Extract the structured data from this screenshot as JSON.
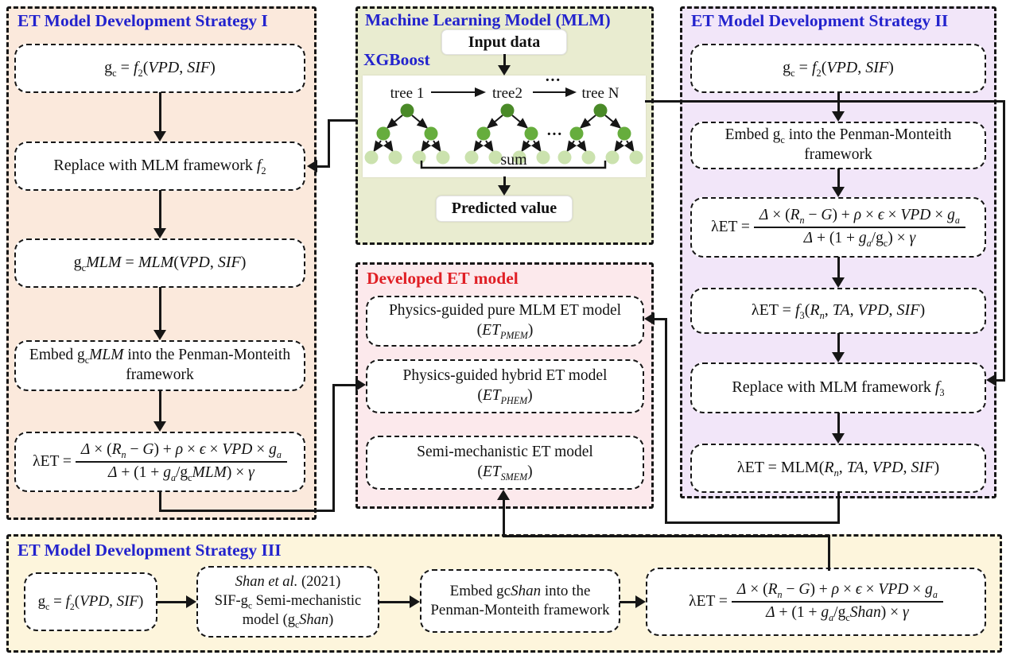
{
  "colors": {
    "strategy1_bg": "#fbe9dc",
    "mlm_bg": "#e9ecd0",
    "developed_bg": "#fce9ec",
    "strategy2_bg": "#f2e6f9",
    "strategy3_bg": "#fdf5dc",
    "title_blue": "#2323cd",
    "title_red": "#e01f25",
    "line_black": "#161616",
    "tree_root_green": "#4a8a28",
    "tree_mid_green": "#66ad3d",
    "tree_leaf_green": "#cbe2ae"
  },
  "strategy1": {
    "title": "ET Model Development Strategy I",
    "box1": [
      {
        "t": "g",
        "s": "n"
      },
      {
        "t": "c",
        "s": "s"
      },
      {
        "t": " = ",
        "s": "n"
      },
      {
        "t": "f",
        "s": "i"
      },
      {
        "t": "2",
        "s": "s"
      },
      {
        "t": "(",
        "s": "n"
      },
      {
        "t": "VPD",
        "s": "i"
      },
      {
        "t": ", ",
        "s": "n"
      },
      {
        "t": "SIF",
        "s": "i"
      },
      {
        "t": ")",
        "s": "n"
      }
    ],
    "box2": [
      {
        "t": "Replace with MLM framework ",
        "s": "n"
      },
      {
        "t": "f",
        "s": "i"
      },
      {
        "t": "2",
        "s": "s"
      }
    ],
    "box3": [
      {
        "t": "g",
        "s": "n"
      },
      {
        "t": "c",
        "s": "s"
      },
      {
        "t": "MLM",
        "s": "i"
      },
      {
        "t": " = ",
        "s": "n"
      },
      {
        "t": "MLM",
        "s": "i"
      },
      {
        "t": "(",
        "s": "n"
      },
      {
        "t": "VPD",
        "s": "i"
      },
      {
        "t": ", ",
        "s": "n"
      },
      {
        "t": "SIF",
        "s": "i"
      },
      {
        "t": ")",
        "s": "n"
      }
    ],
    "box4": [
      {
        "t": "Embed g",
        "s": "n"
      },
      {
        "t": "c",
        "s": "s"
      },
      {
        "t": "MLM",
        "s": "i"
      },
      {
        "t": " into the Penman-Monteith framework",
        "s": "n"
      }
    ],
    "box5": {
      "pre": [
        {
          "t": "λET = ",
          "s": "n"
        }
      ],
      "num": [
        {
          "t": "Δ",
          "s": "i"
        },
        {
          "t": " × (",
          "s": "n"
        },
        {
          "t": "R",
          "s": "i"
        },
        {
          "t": "n",
          "s": "si"
        },
        {
          "t": " − ",
          "s": "n"
        },
        {
          "t": "G",
          "s": "i"
        },
        {
          "t": ") + ",
          "s": "n"
        },
        {
          "t": "ρ",
          "s": "i"
        },
        {
          "t": " × ",
          "s": "n"
        },
        {
          "t": "ϵ",
          "s": "i"
        },
        {
          "t": " × ",
          "s": "n"
        },
        {
          "t": "VPD",
          "s": "i"
        },
        {
          "t": " × ",
          "s": "n"
        },
        {
          "t": "g",
          "s": "i"
        },
        {
          "t": "a",
          "s": "si"
        }
      ],
      "den": [
        {
          "t": "Δ",
          "s": "i"
        },
        {
          "t": " + (1 + ",
          "s": "n"
        },
        {
          "t": "g",
          "s": "i"
        },
        {
          "t": "a",
          "s": "si"
        },
        {
          "t": "/g",
          "s": "n"
        },
        {
          "t": "c",
          "s": "s"
        },
        {
          "t": "MLM",
          "s": "i"
        },
        {
          "t": ") × ",
          "s": "n"
        },
        {
          "t": "γ",
          "s": "i"
        }
      ]
    }
  },
  "mlm": {
    "title": "Machine Learning Model (MLM)",
    "input_label": "Input data",
    "engine_label": "XGBoost",
    "tree_labels": [
      "tree 1",
      "tree2",
      "tree N"
    ],
    "dots": "···",
    "sum_label": "sum",
    "predicted_label": "Predicted value"
  },
  "developed": {
    "title": "Developed ET model",
    "box1": {
      "line1": [
        {
          "t": "Physics-guided pure MLM ET model",
          "s": "n"
        }
      ],
      "line2": [
        {
          "t": "(",
          "s": "n"
        },
        {
          "t": "ET",
          "s": "i"
        },
        {
          "t": "PMEM",
          "s": "si"
        },
        {
          "t": ")",
          "s": "n"
        }
      ]
    },
    "box2": {
      "line1": [
        {
          "t": "Physics-guided hybrid ET model",
          "s": "n"
        }
      ],
      "line2": [
        {
          "t": "(",
          "s": "n"
        },
        {
          "t": "ET",
          "s": "i"
        },
        {
          "t": "PHEM",
          "s": "si"
        },
        {
          "t": ")",
          "s": "n"
        }
      ]
    },
    "box3": {
      "line1": [
        {
          "t": "Semi-mechanistic ET model",
          "s": "n"
        }
      ],
      "line2": [
        {
          "t": "(",
          "s": "n"
        },
        {
          "t": "ET",
          "s": "i"
        },
        {
          "t": "SMEM",
          "s": "si"
        },
        {
          "t": ")",
          "s": "n"
        }
      ]
    }
  },
  "strategy2": {
    "title": "ET Model Development Strategy II",
    "box1": [
      {
        "t": "g",
        "s": "n"
      },
      {
        "t": "c",
        "s": "s"
      },
      {
        "t": " = ",
        "s": "n"
      },
      {
        "t": "f",
        "s": "i"
      },
      {
        "t": "2",
        "s": "s"
      },
      {
        "t": "(",
        "s": "n"
      },
      {
        "t": "VPD",
        "s": "i"
      },
      {
        "t": ", ",
        "s": "n"
      },
      {
        "t": "SIF",
        "s": "i"
      },
      {
        "t": ")",
        "s": "n"
      }
    ],
    "box2": [
      {
        "t": "Embed g",
        "s": "n"
      },
      {
        "t": "c",
        "s": "s"
      },
      {
        "t": " into the Penman-Monteith framework",
        "s": "n"
      }
    ],
    "box3": {
      "pre": [
        {
          "t": "λET = ",
          "s": "n"
        }
      ],
      "num": [
        {
          "t": "Δ",
          "s": "i"
        },
        {
          "t": " × (",
          "s": "n"
        },
        {
          "t": "R",
          "s": "i"
        },
        {
          "t": "n",
          "s": "si"
        },
        {
          "t": " − ",
          "s": "n"
        },
        {
          "t": "G",
          "s": "i"
        },
        {
          "t": ") + ",
          "s": "n"
        },
        {
          "t": "ρ",
          "s": "i"
        },
        {
          "t": " × ",
          "s": "n"
        },
        {
          "t": "ϵ",
          "s": "i"
        },
        {
          "t": " × ",
          "s": "n"
        },
        {
          "t": "VPD",
          "s": "i"
        },
        {
          "t": " × ",
          "s": "n"
        },
        {
          "t": "g",
          "s": "i"
        },
        {
          "t": "a",
          "s": "si"
        }
      ],
      "den": [
        {
          "t": "Δ",
          "s": "i"
        },
        {
          "t": " + (1 + ",
          "s": "n"
        },
        {
          "t": "g",
          "s": "i"
        },
        {
          "t": "a",
          "s": "si"
        },
        {
          "t": "/g",
          "s": "n"
        },
        {
          "t": "c",
          "s": "s"
        },
        {
          "t": ") × ",
          "s": "n"
        },
        {
          "t": "γ",
          "s": "i"
        }
      ]
    },
    "box4": [
      {
        "t": "λET = ",
        "s": "n"
      },
      {
        "t": "f",
        "s": "i"
      },
      {
        "t": "3",
        "s": "s"
      },
      {
        "t": "(",
        "s": "n"
      },
      {
        "t": "R",
        "s": "i"
      },
      {
        "t": "n",
        "s": "si"
      },
      {
        "t": ", ",
        "s": "n"
      },
      {
        "t": "TA",
        "s": "i"
      },
      {
        "t": ", ",
        "s": "n"
      },
      {
        "t": "VPD",
        "s": "i"
      },
      {
        "t": ", ",
        "s": "n"
      },
      {
        "t": "SIF",
        "s": "i"
      },
      {
        "t": ")",
        "s": "n"
      }
    ],
    "box5": [
      {
        "t": "Replace with MLM framework ",
        "s": "n"
      },
      {
        "t": "f",
        "s": "i"
      },
      {
        "t": "3",
        "s": "s"
      }
    ],
    "box6": [
      {
        "t": "λET = MLM(",
        "s": "n"
      },
      {
        "t": "R",
        "s": "i"
      },
      {
        "t": "n",
        "s": "si"
      },
      {
        "t": ", ",
        "s": "n"
      },
      {
        "t": "TA",
        "s": "i"
      },
      {
        "t": ", ",
        "s": "n"
      },
      {
        "t": "VPD",
        "s": "i"
      },
      {
        "t": ", ",
        "s": "n"
      },
      {
        "t": "SIF",
        "s": "i"
      },
      {
        "t": ")",
        "s": "n"
      }
    ]
  },
  "strategy3": {
    "title": "ET Model Development Strategy III",
    "box1": [
      {
        "t": "g",
        "s": "n"
      },
      {
        "t": "c",
        "s": "s"
      },
      {
        "t": " = ",
        "s": "n"
      },
      {
        "t": "f",
        "s": "i"
      },
      {
        "t": "2",
        "s": "s"
      },
      {
        "t": "(",
        "s": "n"
      },
      {
        "t": "VPD",
        "s": "i"
      },
      {
        "t": ", ",
        "s": "n"
      },
      {
        "t": "SIF",
        "s": "i"
      },
      {
        "t": ")",
        "s": "n"
      }
    ],
    "box2": {
      "line1": [
        {
          "t": "Shan et al.",
          "s": "i"
        },
        {
          "t": " (2021)",
          "s": "n"
        }
      ],
      "line2": [
        {
          "t": "SIF-g",
          "s": "n"
        },
        {
          "t": "c",
          "s": "s"
        },
        {
          "t": " Semi-mechanistic",
          "s": "n"
        }
      ],
      "line3": [
        {
          "t": "model (g",
          "s": "n"
        },
        {
          "t": "c",
          "s": "s"
        },
        {
          "t": "Shan",
          "s": "i"
        },
        {
          "t": ")",
          "s": "n"
        }
      ]
    },
    "box3": {
      "line1": [
        {
          "t": "Embed gc",
          "s": "n"
        },
        {
          "t": "Shan",
          "s": "i"
        },
        {
          "t": " into the",
          "s": "n"
        }
      ],
      "line2": [
        {
          "t": "Penman-Monteith framework",
          "s": "n"
        }
      ]
    },
    "box4": {
      "pre": [
        {
          "t": "λET = ",
          "s": "n"
        }
      ],
      "num": [
        {
          "t": "Δ",
          "s": "i"
        },
        {
          "t": " × (",
          "s": "n"
        },
        {
          "t": "R",
          "s": "i"
        },
        {
          "t": "n",
          "s": "si"
        },
        {
          "t": " − ",
          "s": "n"
        },
        {
          "t": "G",
          "s": "i"
        },
        {
          "t": ") + ",
          "s": "n"
        },
        {
          "t": "ρ",
          "s": "i"
        },
        {
          "t": " × ",
          "s": "n"
        },
        {
          "t": "ϵ",
          "s": "i"
        },
        {
          "t": " × ",
          "s": "n"
        },
        {
          "t": "VPD",
          "s": "i"
        },
        {
          "t": " × ",
          "s": "n"
        },
        {
          "t": "g",
          "s": "i"
        },
        {
          "t": "a",
          "s": "si"
        }
      ],
      "den": [
        {
          "t": "Δ",
          "s": "i"
        },
        {
          "t": " + (1 + ",
          "s": "n"
        },
        {
          "t": "g",
          "s": "i"
        },
        {
          "t": "a",
          "s": "si"
        },
        {
          "t": "/g",
          "s": "n"
        },
        {
          "t": "c",
          "s": "s"
        },
        {
          "t": "Shan",
          "s": "i"
        },
        {
          "t": ") × ",
          "s": "n"
        },
        {
          "t": "γ",
          "s": "i"
        }
      ]
    }
  }
}
